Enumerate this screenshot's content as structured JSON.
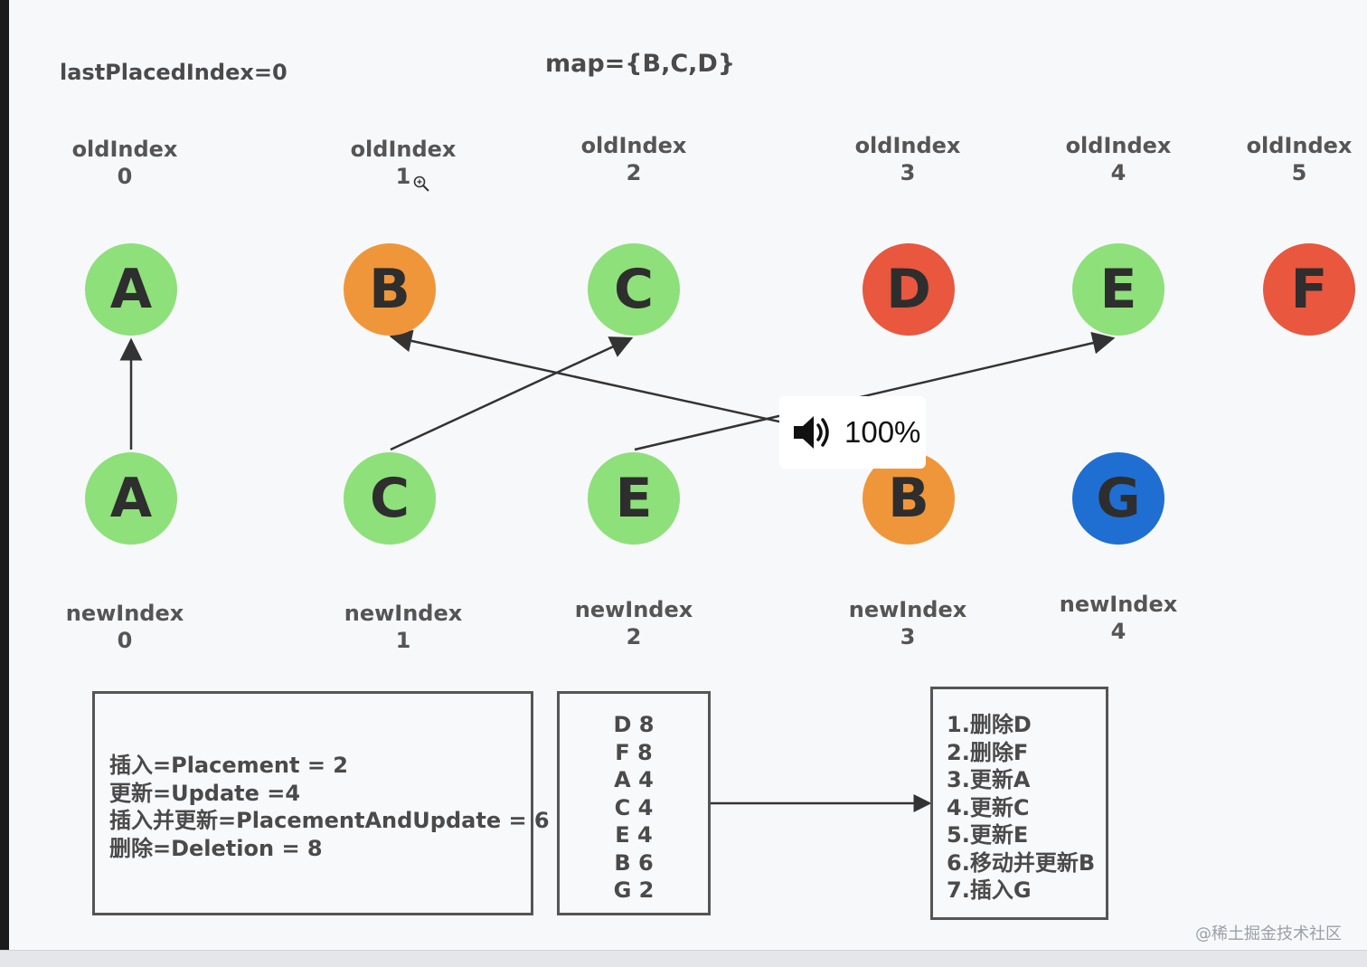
{
  "header": {
    "last_placed": "lastPlacedIndex=0",
    "map": "map={B,C,D}"
  },
  "old_row": [
    {
      "label": "oldIndex",
      "index": "0",
      "letter": "A",
      "color": "#8ee07a"
    },
    {
      "label": "oldIndex",
      "index": "1",
      "letter": "B",
      "color": "#f0963a"
    },
    {
      "label": "oldIndex",
      "index": "2",
      "letter": "C",
      "color": "#8ee07a"
    },
    {
      "label": "oldIndex",
      "index": "3",
      "letter": "D",
      "color": "#e8573e"
    },
    {
      "label": "oldIndex",
      "index": "4",
      "letter": "E",
      "color": "#8ee07a"
    },
    {
      "label": "oldIndex",
      "index": "5",
      "letter": "F",
      "color": "#e8573e"
    }
  ],
  "new_row": [
    {
      "label": "newIndex",
      "index": "0",
      "letter": "A",
      "color": "#8ee07a"
    },
    {
      "label": "newIndex",
      "index": "1",
      "letter": "C",
      "color": "#8ee07a"
    },
    {
      "label": "newIndex",
      "index": "2",
      "letter": "E",
      "color": "#8ee07a"
    },
    {
      "label": "newIndex",
      "index": "3",
      "letter": "B",
      "color": "#f0963a"
    },
    {
      "label": "newIndex",
      "index": "4",
      "letter": "G",
      "color": "#1f6fd2"
    }
  ],
  "flags_box": {
    "lines": [
      "插入=Placement = 2",
      "更新=Update =4",
      "插入并更新=PlacementAndUpdate = 6",
      "删除=Deletion = 8"
    ]
  },
  "ops_box": {
    "lines": [
      "D 8",
      "F 8",
      "A 4",
      "C 4",
      "E 4",
      "B 6",
      "G 2"
    ]
  },
  "steps_box": {
    "lines": [
      "1.删除D",
      "2.删除F",
      "3.更新A",
      "4.更新C",
      "5.更新E",
      "6.移动并更新B",
      "7.插入G"
    ]
  },
  "volume": {
    "icon": "speaker-icon",
    "level": "100%"
  },
  "watermark": "@稀土掘金技术社区"
}
